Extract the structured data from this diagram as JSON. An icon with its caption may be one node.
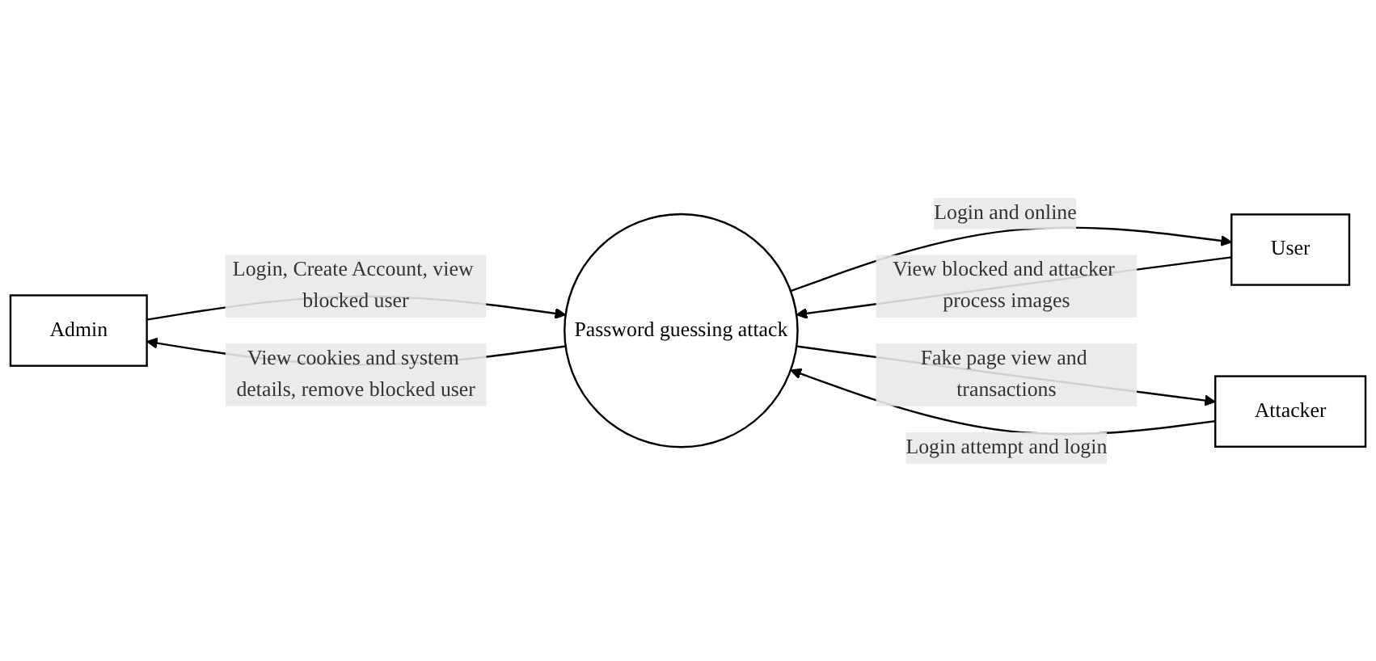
{
  "diagram": {
    "nodes": [
      {
        "text": [
          "Admin"
        ]
      },
      {
        "text": [
          "Password guessing attack"
        ]
      },
      {
        "text": [
          "User"
        ]
      },
      {
        "text": [
          "Attacker"
        ]
      }
    ],
    "edges": [
      {
        "from": 0,
        "to": 1,
        "arrow": "to",
        "label": "Login, Create Account, view blocked user"
      },
      {
        "from": 1,
        "to": 0,
        "arrow": "to",
        "label": "View cookies and system details, remove blocked user"
      },
      {
        "from": 1,
        "to": 2,
        "arrow": "to",
        "label": "Login and online"
      },
      {
        "from": 2,
        "to": 1,
        "arrow": "to",
        "label": "View blocked and attacker process images"
      },
      {
        "from": 1,
        "to": 3,
        "arrow": "to",
        "label": "Fake page view and transactions"
      },
      {
        "from": 3,
        "to": 1,
        "arrow": "to",
        "label": "Login attempt and login"
      }
    ]
  }
}
